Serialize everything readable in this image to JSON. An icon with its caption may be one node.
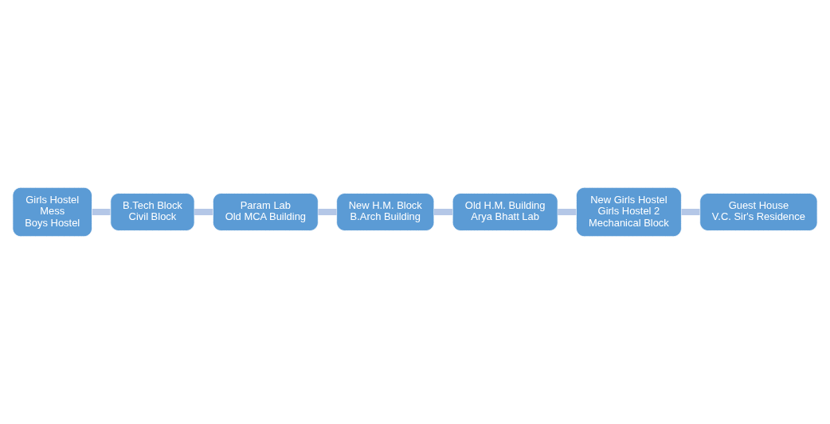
{
  "diagram": {
    "nodes": [
      {
        "text": [
          "Girls Hostel",
          "Mess",
          "Boys Hostel"
        ]
      },
      {
        "text": [
          "Guest House",
          "V.C. Sir's Residence"
        ]
      },
      {
        "text": [
          "New Girls Hostel",
          "Girls Hostel 2",
          "Mechanical Block"
        ]
      },
      {
        "text": [
          "B.Tech Block",
          "Civil Block"
        ]
      },
      {
        "text": [
          "Old H.M. Building",
          "Arya Bhatt Lab"
        ]
      },
      {
        "text": [
          "Param Lab",
          "Old MCA Building"
        ]
      },
      {
        "text": [
          "New H.M. Block",
          "B.Arch Building"
        ]
      }
    ],
    "edges": [
      {
        "from": 1,
        "to": 2,
        "arrow": "none"
      },
      {
        "from": 2,
        "to": 4,
        "arrow": "none"
      },
      {
        "from": 4,
        "to": 6,
        "arrow": "none"
      },
      {
        "from": 6,
        "to": 5,
        "arrow": "none"
      },
      {
        "from": 5,
        "to": 3,
        "arrow": "none"
      },
      {
        "from": 3,
        "to": 0,
        "arrow": "none"
      }
    ]
  }
}
